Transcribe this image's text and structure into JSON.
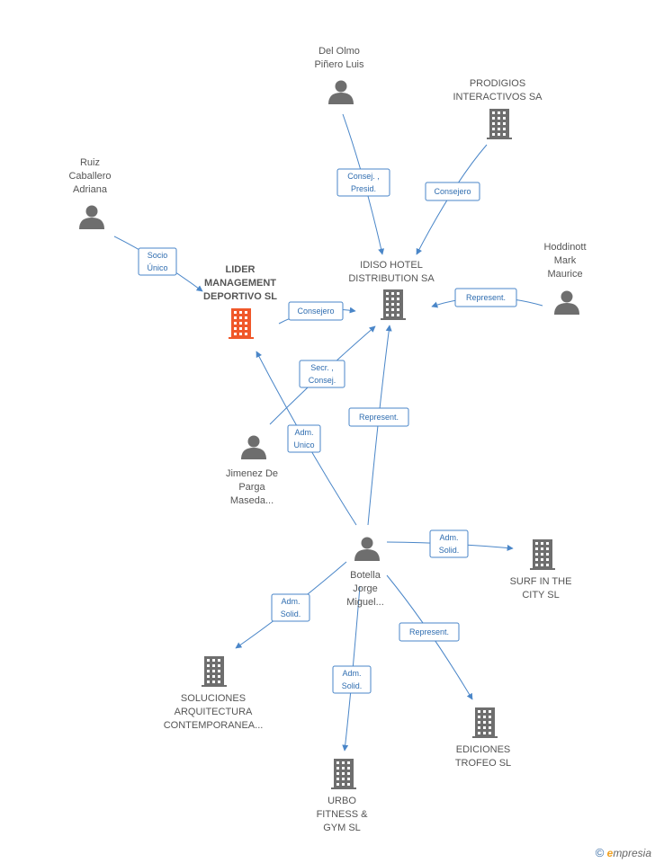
{
  "nodes": [
    {
      "id": "del_olmo",
      "type": "person",
      "lines": [
        "Del Olmo",
        "Piñero Luis"
      ]
    },
    {
      "id": "prodigios",
      "type": "company",
      "lines": [
        "PRODIGIOS",
        "INTERACTIVOS SA"
      ]
    },
    {
      "id": "ruiz",
      "type": "person",
      "lines": [
        "Ruiz",
        "Caballero",
        "Adriana"
      ]
    },
    {
      "id": "lider",
      "type": "company",
      "focus": true,
      "lines": [
        "LIDER",
        "MANAGEMENT",
        "DEPORTIVO SL"
      ]
    },
    {
      "id": "idiso",
      "type": "company",
      "lines": [
        "IDISO HOTEL",
        "DISTRIBUTION SA"
      ]
    },
    {
      "id": "hoddinott",
      "type": "person",
      "lines": [
        "Hoddinott",
        "Mark",
        "Maurice"
      ]
    },
    {
      "id": "jimenez",
      "type": "person",
      "lines": [
        "Jimenez De",
        "Parga",
        "Maseda..."
      ]
    },
    {
      "id": "botella",
      "type": "person",
      "lines": [
        "Botella",
        "Jorge",
        "Miguel..."
      ]
    },
    {
      "id": "surf",
      "type": "company",
      "lines": [
        "SURF IN THE",
        "CITY  SL"
      ]
    },
    {
      "id": "soluciones",
      "type": "company",
      "lines": [
        "SOLUCIONES",
        "ARQUITECTURA",
        "CONTEMPORANEA..."
      ]
    },
    {
      "id": "ediciones",
      "type": "company",
      "lines": [
        "EDICIONES",
        "TROFEO  SL"
      ]
    },
    {
      "id": "urbo",
      "type": "company",
      "lines": [
        "URBO",
        "FITNESS &",
        "GYM SL"
      ]
    }
  ],
  "edges": [
    {
      "from": "del_olmo",
      "to": "idiso",
      "label": [
        "Consej. ,",
        "Presid."
      ]
    },
    {
      "from": "prodigios",
      "to": "idiso",
      "label": [
        "Consejero"
      ]
    },
    {
      "from": "ruiz",
      "to": "lider",
      "label": [
        "Socio",
        "Único"
      ]
    },
    {
      "from": "lider",
      "to": "idiso",
      "label": [
        "Consejero"
      ]
    },
    {
      "from": "hoddinott",
      "to": "idiso",
      "label": [
        "Represent."
      ]
    },
    {
      "from": "jimenez",
      "to": "idiso",
      "label": [
        "Secr. ,",
        "Consej."
      ]
    },
    {
      "from": "botella",
      "to": "lider",
      "label": [
        "Adm.",
        "Unico"
      ]
    },
    {
      "from": "botella",
      "to": "idiso",
      "label": [
        "Represent."
      ]
    },
    {
      "from": "botella",
      "to": "surf",
      "label": [
        "Adm.",
        "Solid."
      ]
    },
    {
      "from": "botella",
      "to": "soluciones",
      "label": [
        "Adm.",
        "Solid."
      ]
    },
    {
      "from": "botella",
      "to": "ediciones",
      "label": [
        "Represent."
      ]
    },
    {
      "from": "botella",
      "to": "urbo",
      "label": [
        "Adm.",
        "Solid."
      ]
    }
  ],
  "colors": {
    "edge": "#4a86c8",
    "icon": "#6e6e6e",
    "focus": "#f0582a"
  },
  "footer": {
    "copyright": "©",
    "brand_initial": "e",
    "brand_rest": "mpresia"
  }
}
